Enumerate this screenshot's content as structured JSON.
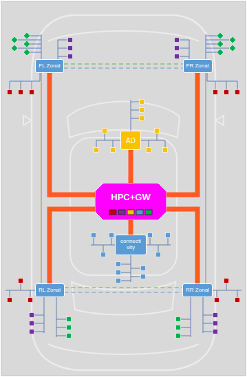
{
  "diagram": {
    "nodes": [
      {
        "text": [
          "FL Zonal"
        ]
      },
      {
        "text": [
          "FR Zonal"
        ]
      },
      {
        "text": [
          "AD"
        ]
      },
      {
        "text": [
          "HPC+GW"
        ]
      },
      {
        "text": [
          "connecti vity"
        ]
      },
      {
        "text": [
          "RL Zonal"
        ]
      },
      {
        "text": [
          "RR Zonal"
        ]
      }
    ],
    "edges": [
      {
        "from": 3,
        "to": 0,
        "arrow": "none"
      },
      {
        "from": 3,
        "to": 2,
        "arrow": "none"
      },
      {
        "from": 3,
        "to": 1,
        "arrow": "none"
      },
      {
        "from": 3,
        "to": 4,
        "arrow": "none"
      },
      {
        "from": 3,
        "to": 5,
        "arrow": "none"
      },
      {
        "from": 3,
        "to": 6,
        "arrow": "none"
      },
      {
        "from": 0,
        "to": 1,
        "arrow": "none"
      },
      {
        "from": 0,
        "to": 1,
        "arrow": "none"
      },
      {
        "from": 5,
        "to": 6,
        "arrow": "none"
      },
      {
        "from": 5,
        "to": 6,
        "arrow": "none"
      },
      {
        "from": 0,
        "to": 5,
        "arrow": "none"
      },
      {
        "from": 1,
        "to": 6,
        "arrow": "none"
      }
    ]
  }
}
